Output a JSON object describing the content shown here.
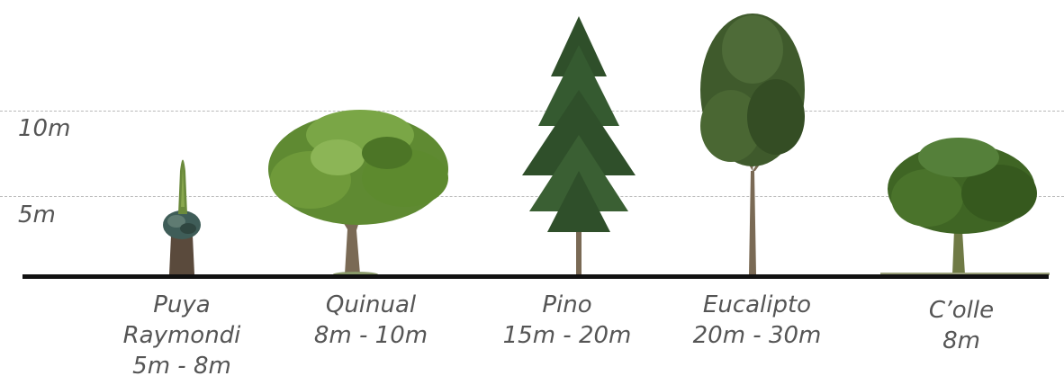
{
  "axis": {
    "label_10": "10m",
    "label_5": "5m"
  },
  "species": [
    {
      "name": "Puya",
      "name2": "Raymondi",
      "height": "5m - 8m"
    },
    {
      "name": "Quinual",
      "height": "8m - 10m"
    },
    {
      "name": "Pino",
      "height": "15m - 20m"
    },
    {
      "name": "Eucalipto",
      "height": "20m - 30m"
    },
    {
      "name": "C’olle",
      "height": "8m"
    }
  ],
  "colors": {
    "ground": "#111111",
    "foliage_dark": "#2f4f2a",
    "foliage_light": "#6f9a3a",
    "trunk": "#7a6a55"
  }
}
